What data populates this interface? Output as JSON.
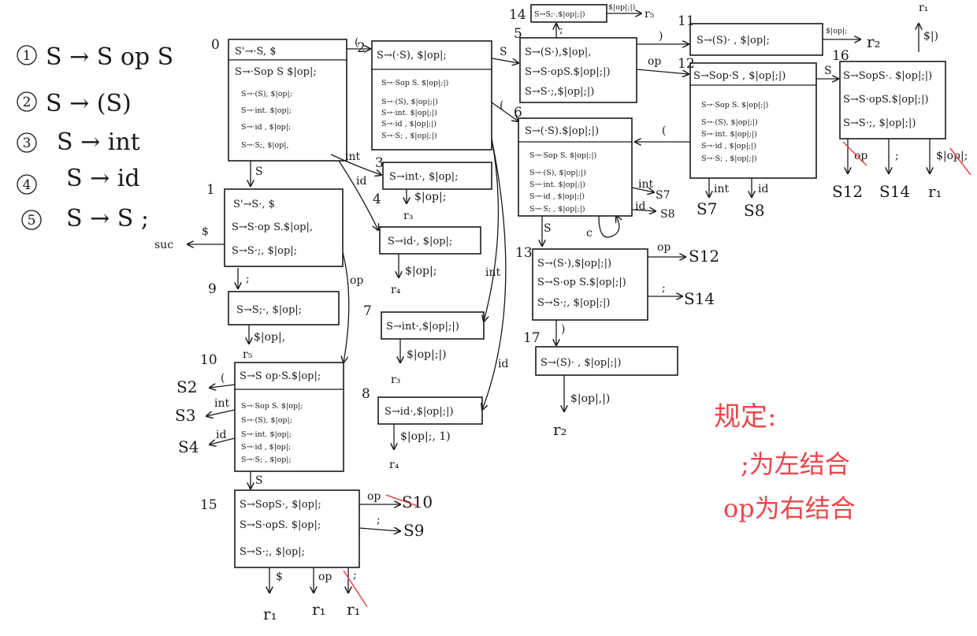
{
  "grammar": [
    {
      "num": "1",
      "rule": "S → S op S"
    },
    {
      "num": "2",
      "rule": "S → (S)"
    },
    {
      "num": "3",
      "rule": "S → int"
    },
    {
      "num": "4",
      "rule": "S → id"
    },
    {
      "num": "5",
      "rule": "S → S ;"
    }
  ],
  "states": {
    "s0": {
      "num": "0",
      "kernel": [
        "S'→·S, $"
      ],
      "closure": [
        "S→·Sop S $|op|;",
        "S→·(S), $|op|;",
        "S→·int. $|op|;",
        "S→·id , $|op|;",
        "S→·S;, $|op|,"
      ]
    },
    "s1": {
      "num": "1",
      "items": [
        "S'→S·, $",
        "S→S·op S.$|op|,",
        "S→S·;, $|op|;"
      ]
    },
    "s2": {
      "num": "2",
      "kernel": [
        "S→(·S), $|op|;"
      ],
      "closure": [
        "S→·Sop S. $|op|;|)",
        "S→·(S), $|op|;|)",
        "S→·int. $|op|;|)",
        "S→·id , $|op|;|)",
        "S→·S; , $|op|;|)"
      ]
    },
    "s3": {
      "num": "3",
      "items": [
        "S→int·, $|op|;"
      ]
    },
    "s4": {
      "num": "4",
      "items": [
        "S→id·, $|op|;"
      ]
    },
    "s5": {
      "num": "5",
      "items": [
        "S→(S·),$|op|,",
        "S→S·opS.$|op|;|)",
        "S→S·;,$|op|;|)"
      ]
    },
    "s6": {
      "num": "6",
      "kernel": [
        "S→(·S).$|op|;|)"
      ],
      "closure": [
        "S→·Sop S. $|op|;|)",
        "S→·(S), $|op|;|)",
        "S→·int. $|op|;|)",
        "S→·id , $|op|;|)",
        "S→·S; , $|op|;|)"
      ]
    },
    "s7": {
      "num": "7",
      "items": [
        "S→int·,$|op|;|)"
      ]
    },
    "s8": {
      "num": "8",
      "items": [
        "S→id·,$|op|;|)"
      ]
    },
    "s9": {
      "num": "9",
      "items": [
        "S→S;·, $|op|;"
      ]
    },
    "s10": {
      "num": "10",
      "kernel": [
        "S→S op·S.$|op|;"
      ],
      "closure": [
        "S→·Sop S. $|op|;",
        "S→·(S), $|op|;",
        "S→·int. $|op|;",
        "S→·id , $|op|;",
        "S→·S; , $|op|;"
      ]
    },
    "s11": {
      "num": "11",
      "items": [
        "S→(S)· , $|op|;"
      ]
    },
    "s12": {
      "num": "12",
      "kernel": [
        "S→Sop·S , $|op|;|)"
      ],
      "closure": [
        "S→·Sop S. $|op|;|)",
        "S→·(S), $|op|;|)",
        "S→·int. $|op|;|)",
        "S→·id , $|op|;|)",
        "S→·S; , $|op|;|)"
      ]
    },
    "s13": {
      "num": "13",
      "items": [
        "S→(S·),$|op|;|)",
        "S→S·op S.$|op|;|)",
        "S→S·;, $|op|;|)"
      ]
    },
    "s14": {
      "num": "14",
      "items": [
        "S→S;·.$|op|;|)"
      ]
    },
    "s15": {
      "num": "15",
      "items": [
        "S→SopS·, $|op|;",
        "S→S·opS. $|op|;",
        "S→S·;, $|op|;"
      ]
    },
    "s16": {
      "num": "16",
      "items": [
        "S→SopS·. $|op|;|)",
        "S→S·opS.$|op|;|)",
        "S→S·;, $|op|;|)"
      ]
    },
    "s17": {
      "num": "17",
      "items": [
        "S→(S)· , $|op|;|)"
      ]
    }
  },
  "labels": {
    "suc": "suc",
    "dollar": "$",
    "S": "S",
    "lparen": "(",
    "rparen": ")",
    "semi": ";",
    "op": "op",
    "int": "int",
    "id": "id",
    "c": "c",
    "r1": "r₁",
    "r2": "r₂",
    "r3": "r₃",
    "r4": "r₄",
    "r5": "r₅",
    "s2": "S2",
    "s3": "S3",
    "s4": "S4",
    "s7": "S7",
    "s8": "S8",
    "s9": "S9",
    "s10": "S10",
    "s12": "S12",
    "s14": "S14",
    "la_op": "$|op|;",
    "la_op_comma": "$|op|,",
    "la_op_paren": "$|op|;|)",
    "la_op_rp": "$|op|,|)",
    "la_op1": "$|op|;, 1)",
    "dollar_paren": "$|)",
    "s7_short": "S7",
    "s8_short": "S8"
  },
  "note": {
    "title": "规定:",
    "line1": ";为左结合",
    "line2": "op为右结合"
  },
  "colors": {
    "ink": "#1a1a1a",
    "note": "#e8474c"
  }
}
